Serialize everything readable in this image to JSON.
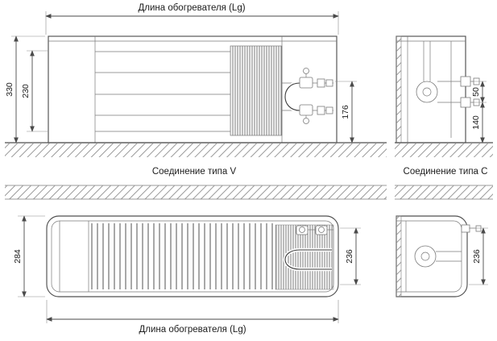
{
  "drawing": {
    "top_dim_label": "Длина обогревателя (Lg)",
    "bottom_dim_label": "Длина обогревателя (Lg)",
    "connection_v_label": "Соединение типа V",
    "connection_c_label": "Соединение типа C",
    "dims": {
      "d330": "330",
      "d230": "230",
      "d176": "176",
      "d50": "50",
      "d140": "140",
      "d284": "284",
      "d236_front": "236",
      "d236_side": "236"
    },
    "colors": {
      "line": "#4f4f4f",
      "light_line": "#7a7a7a",
      "hatch": "#9a9a9a",
      "text": "#1c1c1c",
      "background": "#ffffff"
    }
  }
}
